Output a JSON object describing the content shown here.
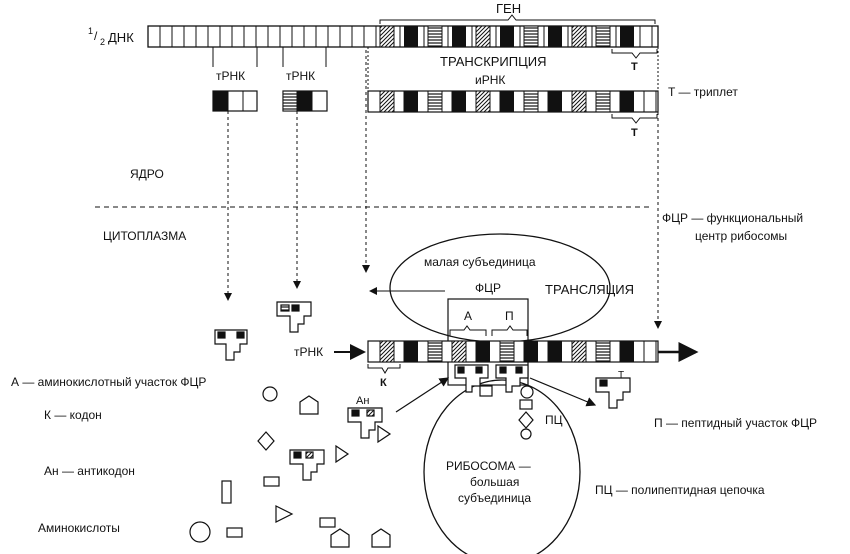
{
  "top": {
    "gene_label": "ГЕН",
    "dna_label_sup": "1",
    "dna_label_sub": "2",
    "dna_label_text": "ДНК",
    "transcription_label": "ТРАНСКРИПЦИЯ",
    "mrna_label": "иРНК",
    "trna_label_1": "тРНК",
    "trna_label_2": "тРНК",
    "triplet_mark_dna": "T",
    "triplet_mark_mrna": "T"
  },
  "legend": {
    "triplet": "T — триплет",
    "fcr_line1": "ФЦР — функциональный",
    "fcr_line2": "центр рибосомы",
    "a_site": "А — аминокислотный участок ФЦР",
    "codon": "К — кодон",
    "anticodon": "Ан — антикодон",
    "amino_acids": "Аминокислоты",
    "p_site": "П — пептидный участок ФЦР",
    "polypeptide": "ПЦ — полипептидная цепочка"
  },
  "regions": {
    "nucleus": "ЯДРО",
    "cytoplasm": "ЦИТОПЛАЗМА"
  },
  "ribosome": {
    "small_subunit": "малая субъединица",
    "fcr": "ФЦР",
    "translation": "ТРАНСЛЯЦИЯ",
    "site_a": "А",
    "site_p": "П",
    "large_line1": "РИБОСОМА —",
    "large_line2": "большая",
    "large_line3": "субъединица",
    "trna_arrow_label": "тРНК",
    "codon_mark": "К",
    "anticodon_mark": "Ан",
    "pc_mark": "ПЦ",
    "t_mark": "T"
  },
  "colors": {
    "ink": "#111111",
    "background": "#ffffff"
  }
}
